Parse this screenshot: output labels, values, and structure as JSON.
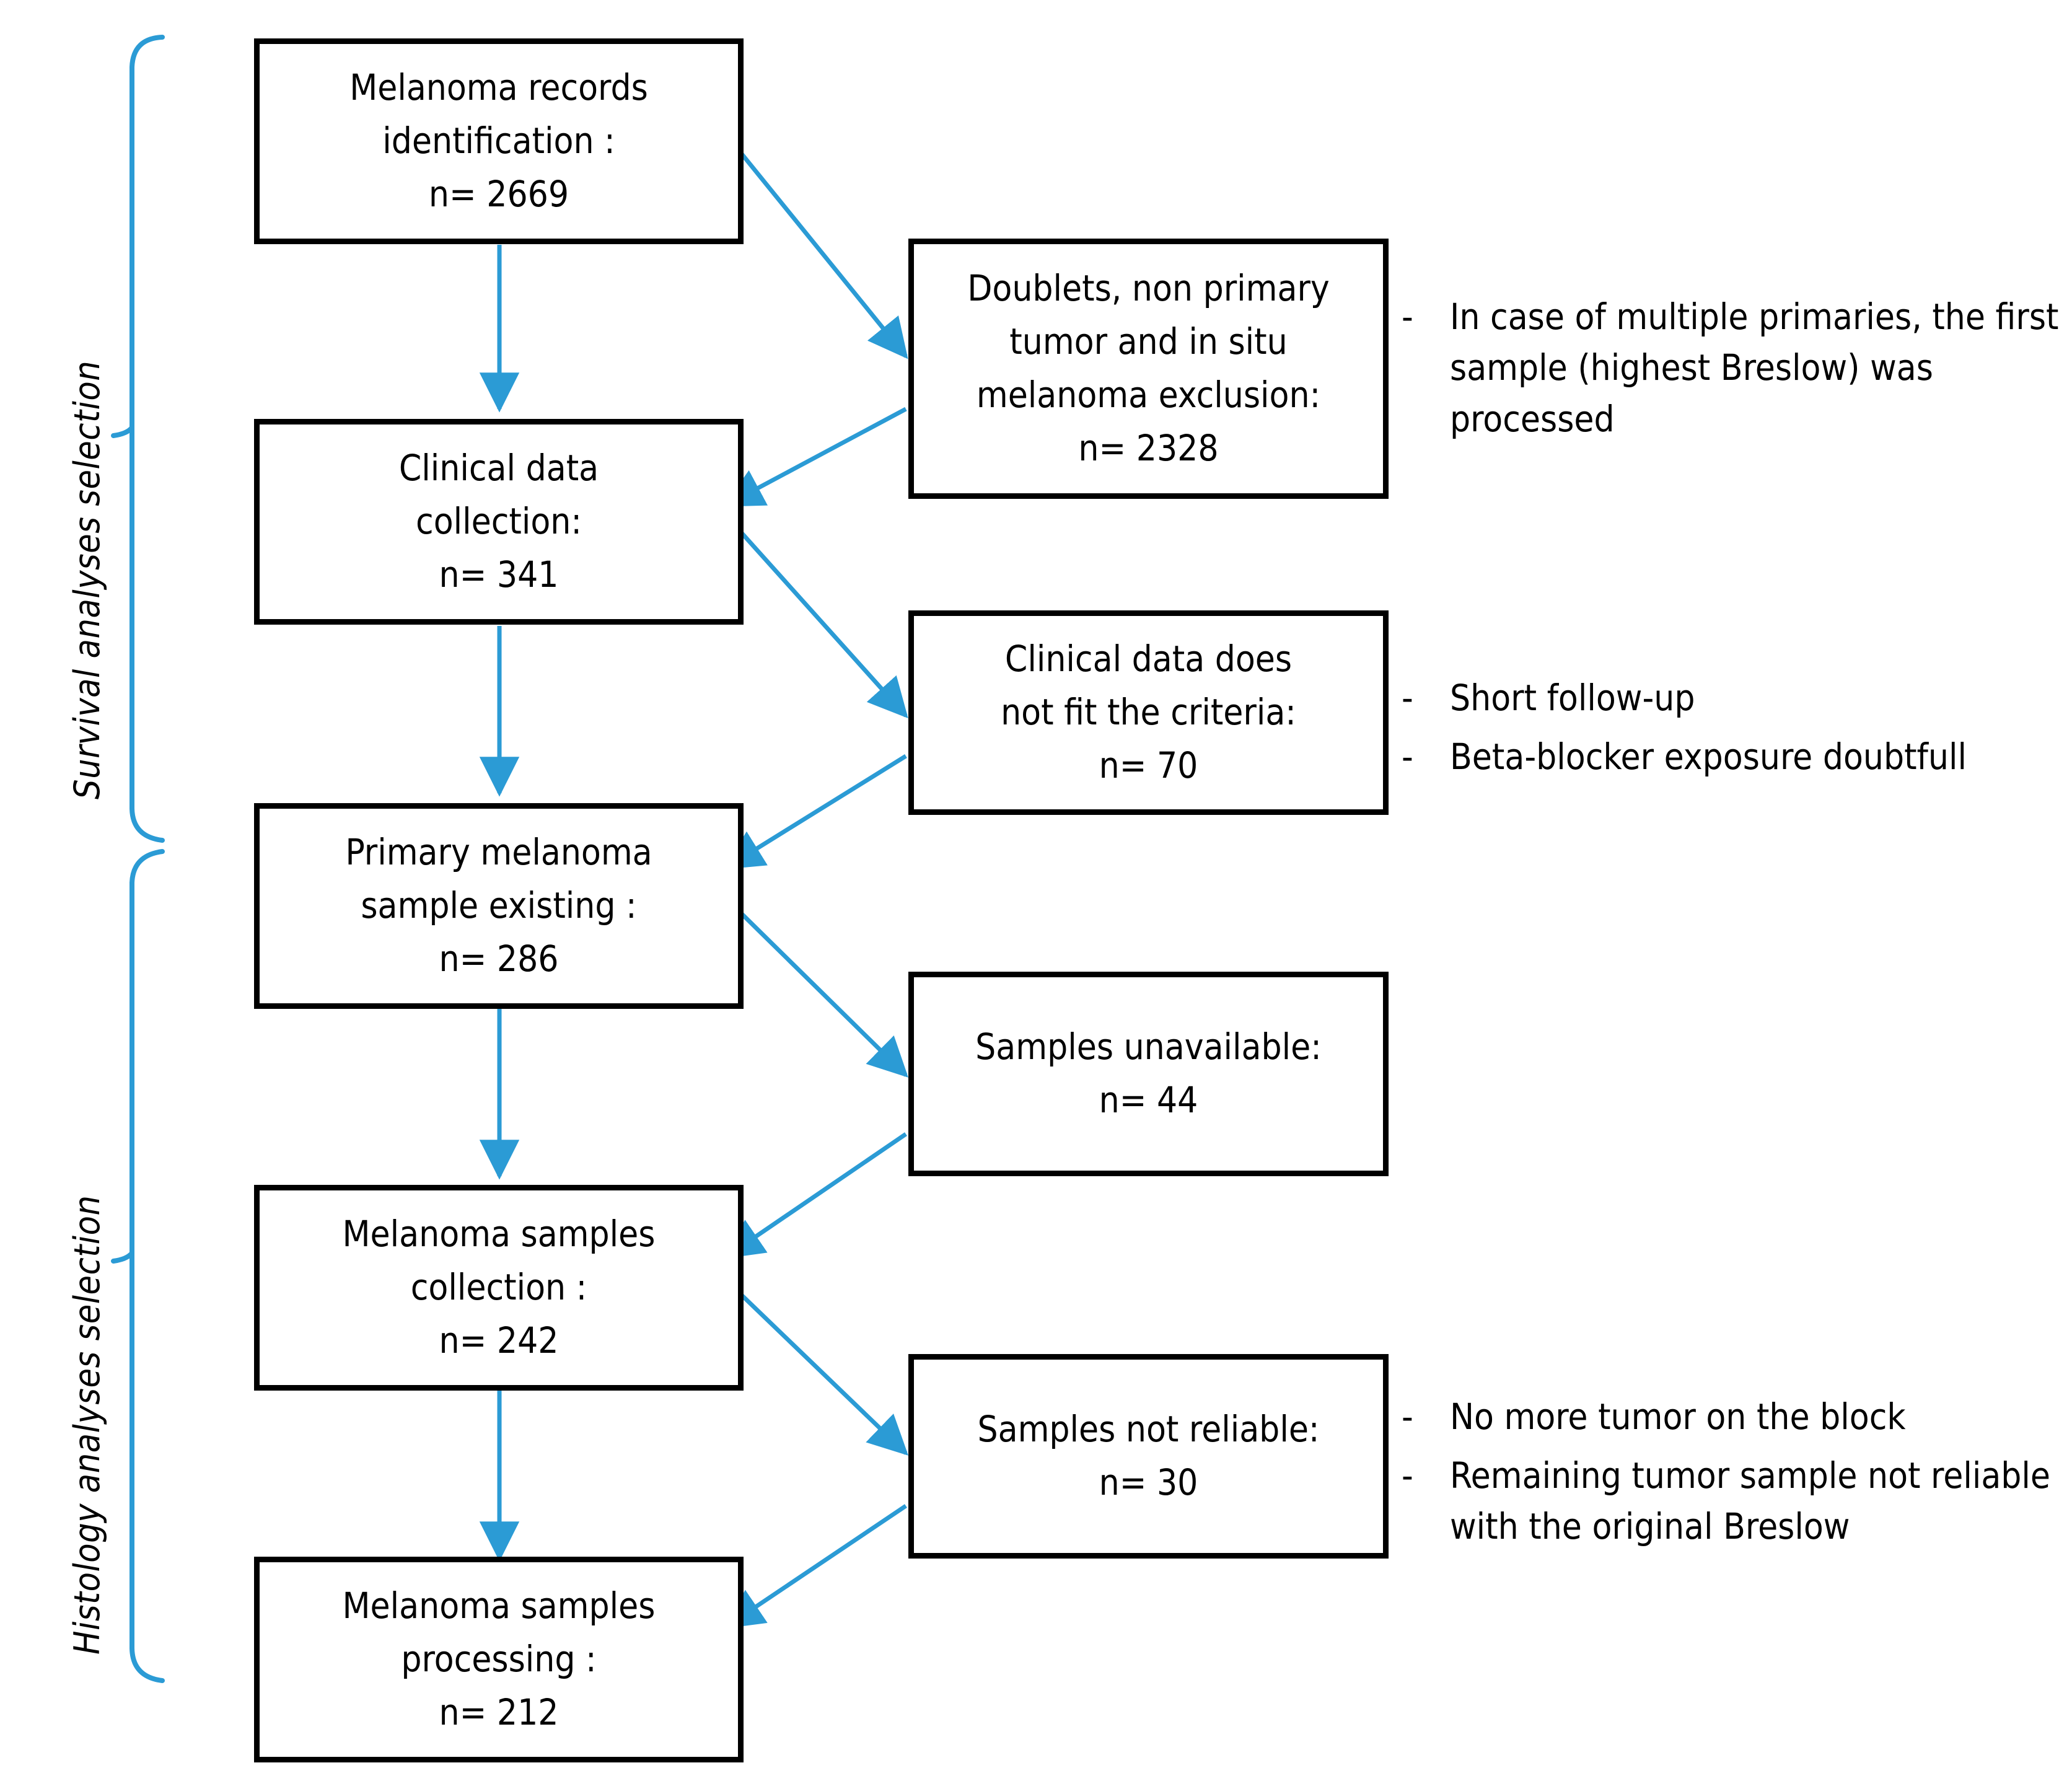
{
  "figure": {
    "type": "flowchart",
    "accent_color": "#2b9bd5",
    "box_border_color": "#000000",
    "background": "#ffffff"
  },
  "side_labels": [
    {
      "text": "Survival analyses selection"
    },
    {
      "text": "Histology analyses selection"
    }
  ],
  "flow_nodes": [
    {
      "id": "melanoma-records-identification",
      "line1": "Melanoma records",
      "line2": "identification :",
      "line3": "n= 2669"
    },
    {
      "id": "clinical-data-collection",
      "line1": "Clinical data",
      "line2": "collection:",
      "line3": "n= 341"
    },
    {
      "id": "primary-melanoma-sample-existing",
      "line1": "Primary melanoma",
      "line2": "sample existing :",
      "line3": "n= 286"
    },
    {
      "id": "melanoma-samples-collection",
      "line1": "Melanoma samples",
      "line2": "collection :",
      "line3": "n= 242"
    },
    {
      "id": "melanoma-samples-processing",
      "line1": "Melanoma samples",
      "line2": "processing :",
      "line3": "n= 212"
    }
  ],
  "exclusion_nodes": [
    {
      "id": "doublets-exclusion",
      "line1": "Doublets, non primary",
      "line2": "tumor and in situ",
      "line3": "melanoma exclusion:",
      "line4": "n= 2328"
    },
    {
      "id": "clinical-data-criteria",
      "line1": "Clinical data does",
      "line2": "not fit the criteria:",
      "line3": "n= 70"
    },
    {
      "id": "samples-unavailable",
      "line1": "Samples unavailable:",
      "line2": "n= 44"
    },
    {
      "id": "samples-not-reliable",
      "line1": "Samples not reliable:",
      "line2": "n= 30"
    }
  ],
  "notes": [
    {
      "id": "note-multiple-primaries",
      "dash": "-",
      "line1": "In case of multiple primaries,",
      "line2": "the first sample (highest",
      "line3": "Breslow) was processed"
    },
    {
      "id": "note-short-followup",
      "dash": "-",
      "line1": "Short follow-up"
    },
    {
      "id": "note-beta-blocker",
      "dash": "-",
      "line1": "Beta-blocker exposure",
      "line2": "doubtfull"
    },
    {
      "id": "note-no-more-tumor",
      "dash": "-",
      "line1": "No more tumor on the block"
    },
    {
      "id": "note-remaining-tumor",
      "dash": "-",
      "line1": "Remaining tumor sample not",
      "line2": "reliable with the original",
      "line3": "Breslow"
    }
  ],
  "chart_data": {
    "type": "flow-diagram",
    "title": "Melanoma study selection flow",
    "stages": [
      {
        "label": "Melanoma records identification",
        "n": 2669
      },
      {
        "label": "Clinical data collection",
        "n": 341
      },
      {
        "label": "Primary melanoma sample existing",
        "n": 286
      },
      {
        "label": "Melanoma samples collection",
        "n": 242
      },
      {
        "label": "Melanoma samples processing",
        "n": 212
      }
    ],
    "exclusions": [
      {
        "label": "Doublets, non primary tumor and in situ melanoma exclusion",
        "n": 2328
      },
      {
        "label": "Clinical data does not fit the criteria",
        "n": 70
      },
      {
        "label": "Samples unavailable",
        "n": 44
      },
      {
        "label": "Samples not reliable",
        "n": 30
      }
    ],
    "groups": [
      {
        "label": "Survival analyses selection",
        "stages": [
          0,
          1,
          2
        ]
      },
      {
        "label": "Histology analyses selection",
        "stages": [
          2,
          3,
          4
        ]
      }
    ]
  }
}
